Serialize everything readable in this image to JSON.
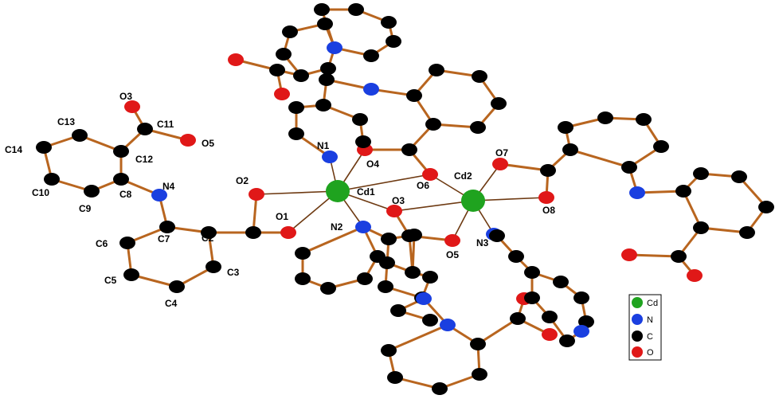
{
  "labels": {
    "O3a": "O3",
    "C13": "C13",
    "C11": "C11",
    "O5a": "O5",
    "C14": "C14",
    "C12": "C12",
    "C10": "C10",
    "C8": "C8",
    "N4": "N4",
    "C9": "C9",
    "O2": "O2",
    "O1": "O1",
    "C7": "C7",
    "C2": "C2",
    "C6": "C6",
    "C3": "C3",
    "C5": "C5",
    "C4": "C4",
    "N1": "N1",
    "O4": "O4",
    "Cd1": "Cd1",
    "O6": "O6",
    "Cd2": "Cd2",
    "O7": "O7",
    "O3b": "O3",
    "O8": "O8",
    "N2": "N2",
    "N3": "N3",
    "O5b": "O5"
  },
  "legend": [
    {
      "symbol": "Cd",
      "label": "Cd",
      "color": "#1fa31f"
    },
    {
      "symbol": "N",
      "label": "N",
      "color": "#1a3fe0"
    },
    {
      "symbol": "C",
      "label": "C",
      "color": "#000000"
    },
    {
      "symbol": "O",
      "label": "O",
      "color": "#e01818"
    }
  ],
  "colors": {
    "bond": "#b8651f",
    "cd_bond": "#6e3a12",
    "carbon": "#000000",
    "nitrogen": "#1a3fe0",
    "oxygen": "#e01818",
    "cadmium": "#1fa31f"
  }
}
